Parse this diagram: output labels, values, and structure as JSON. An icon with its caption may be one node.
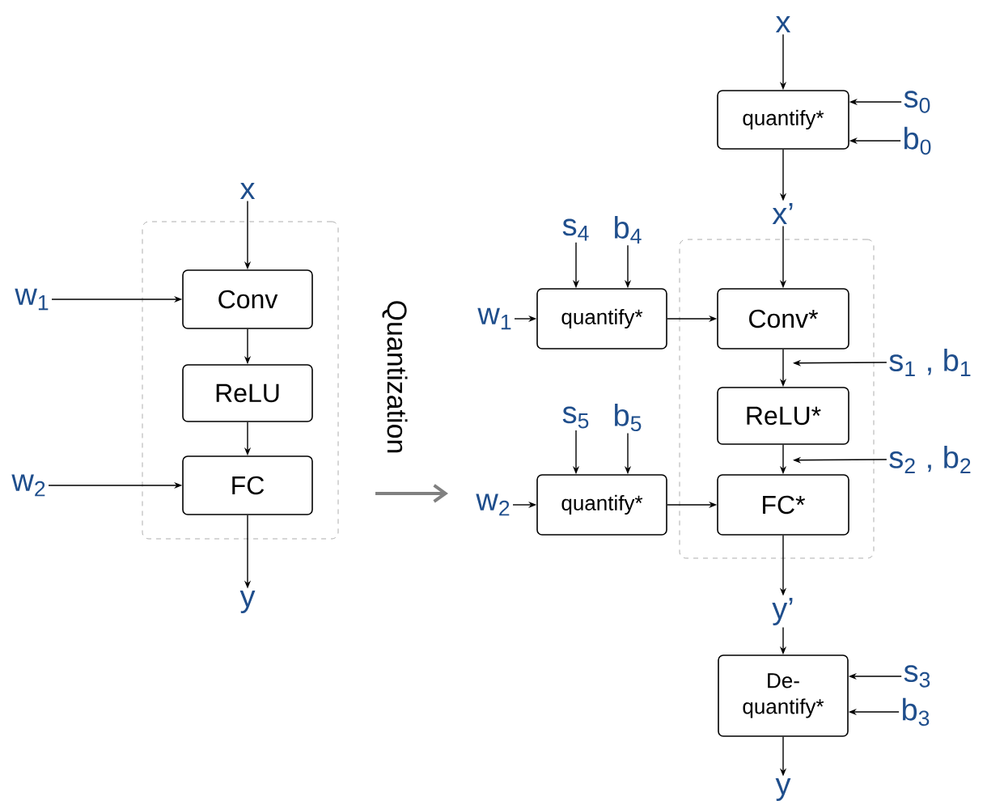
{
  "diagram": {
    "nodes": [
      {
        "text": [],
        "shape": "box"
      },
      {
        "text": [
          "x"
        ]
      },
      {
        "text": [
          "Conv"
        ],
        "in": 0
      },
      {
        "text": [
          "ReLU"
        ],
        "in": 0
      },
      {
        "text": [
          "FC"
        ],
        "in": 0
      },
      {
        "text": [
          "w$_{1}$"
        ]
      },
      {
        "text": [
          "w$_{2}$"
        ]
      },
      {
        "text": [
          "y"
        ]
      },
      {
        "text": [
          "x"
        ]
      },
      {
        "text": [
          "quantify*"
        ]
      },
      {
        "text": [
          "s$_{0}$"
        ]
      },
      {
        "text": [
          "b$_{0}$"
        ]
      },
      {
        "text": [
          "x’"
        ]
      },
      {
        "text": [],
        "shape": "box"
      },
      {
        "text": [
          "Conv*"
        ],
        "in": 13
      },
      {
        "text": [
          "ReLU*"
        ],
        "in": 13
      },
      {
        "text": [
          "FC*"
        ],
        "in": 13
      },
      {
        "text": [
          "s$_{4}$"
        ]
      },
      {
        "text": [
          "b$_{4}$"
        ]
      },
      {
        "text": [
          "quantify*"
        ]
      },
      {
        "text": [
          "w$_{1}$"
        ]
      },
      {
        "text": [
          "s$_{1}$ , b$_{1}$"
        ]
      },
      {
        "text": [
          "s$_{2}$ , b$_{2}$"
        ]
      },
      {
        "text": [
          "s$_{5}$"
        ]
      },
      {
        "text": [
          "b$_{5}$"
        ]
      },
      {
        "text": [
          "quantify*"
        ]
      },
      {
        "text": [
          "w$_{2}$"
        ]
      },
      {
        "text": [
          "y’"
        ]
      },
      {
        "text": [
          "De- quantify*"
        ]
      },
      {
        "text": [
          "s$_{3}$"
        ]
      },
      {
        "text": [
          "b$_{3}$"
        ]
      },
      {
        "text": [
          "y"
        ]
      }
    ],
    "edges": [
      {
        "from": 1,
        "to": 2,
        "arrow": "to"
      },
      {
        "from": 5,
        "to": 2,
        "arrow": "to"
      },
      {
        "from": 2,
        "to": 3,
        "arrow": "to"
      },
      {
        "from": 3,
        "to": 4,
        "arrow": "to"
      },
      {
        "from": 6,
        "to": 4,
        "arrow": "to"
      },
      {
        "from": 4,
        "to": 7,
        "arrow": "to"
      },
      {
        "from": 8,
        "to": 9,
        "arrow": "to"
      },
      {
        "from": 10,
        "to": 9,
        "arrow": "to"
      },
      {
        "from": 11,
        "to": 9,
        "arrow": "to"
      },
      {
        "from": 9,
        "to": 12,
        "arrow": "to"
      },
      {
        "from": 12,
        "to": 14,
        "arrow": "to"
      },
      {
        "from": 17,
        "to": 19,
        "arrow": "to"
      },
      {
        "from": 18,
        "to": 19,
        "arrow": "to"
      },
      {
        "from": 20,
        "to": 19,
        "arrow": "to"
      },
      {
        "from": 19,
        "to": 14,
        "arrow": "to"
      },
      {
        "from": 14,
        "to": 15,
        "arrow": "to"
      },
      {
        "from": 21,
        "to": 14,
        "arrow": "to"
      },
      {
        "from": 15,
        "to": 16,
        "arrow": "to"
      },
      {
        "from": 22,
        "to": 15,
        "arrow": "to"
      },
      {
        "from": 23,
        "to": 25,
        "arrow": "to"
      },
      {
        "from": 24,
        "to": 25,
        "arrow": "to"
      },
      {
        "from": 26,
        "to": 25,
        "arrow": "to"
      },
      {
        "from": 25,
        "to": 16,
        "arrow": "to"
      },
      {
        "from": 16,
        "to": 27,
        "arrow": "to"
      },
      {
        "from": 27,
        "to": 28,
        "arrow": "to"
      },
      {
        "from": 29,
        "to": 28,
        "arrow": "to"
      },
      {
        "from": 30,
        "to": 28,
        "arrow": "to"
      },
      {
        "from": 28,
        "to": 31,
        "arrow": "to"
      }
    ],
    "labels": [
      "Quantization"
    ]
  }
}
